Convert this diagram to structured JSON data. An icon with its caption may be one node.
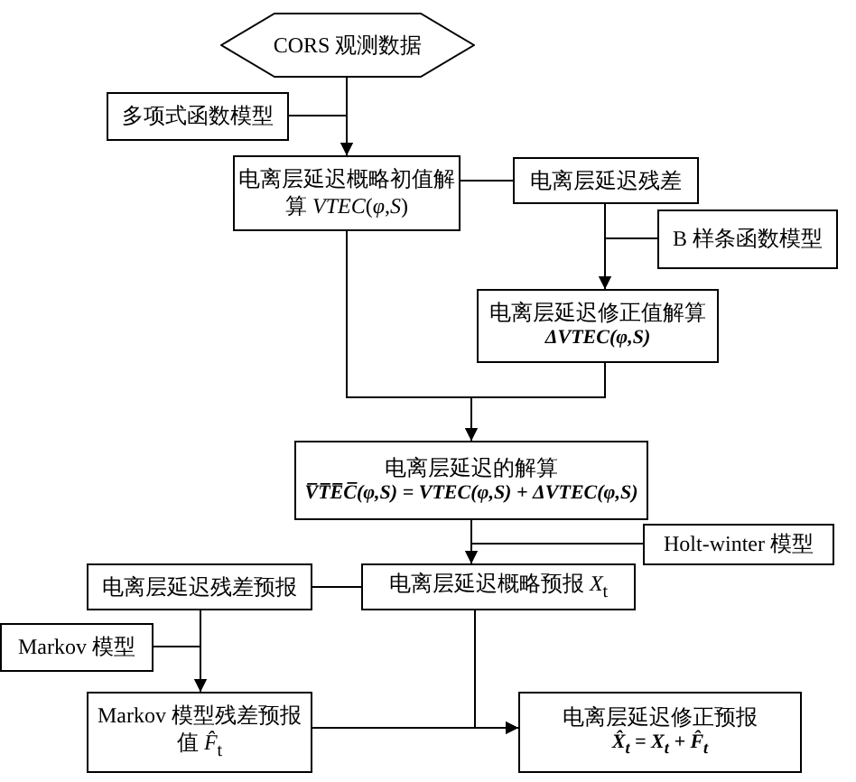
{
  "diagram": {
    "nodes": [
      {
        "text": [
          "CORS 观测数据"
        ]
      },
      {
        "text": [
          "多项式函数模型"
        ]
      },
      {
        "text": [
          "电离层延迟概略初值解算 *VTEC*(*φ*,*S*)"
        ]
      },
      {
        "text": [
          "电离层延迟残差"
        ]
      },
      {
        "text": [
          "B 样条函数模型"
        ]
      },
      {
        "text": [
          "电离层延迟修正值解算",
          "ΔVTEC(φ,S)"
        ]
      },
      {
        "text": [
          "电离层延迟的解算",
          "V̅T̅E̅C̅(φ,S) = VTEC(φ,S) + ΔVTEC(φ,S)"
        ]
      },
      {
        "text": [
          "Holt-winter 模型"
        ]
      },
      {
        "text": [
          "电离层延迟残差预报"
        ]
      },
      {
        "text": [
          "电离层延迟概略预报 *X*$_{t}$"
        ]
      },
      {
        "text": [
          "Markov 模型"
        ]
      },
      {
        "text": [
          "Markov 模型残差预报值 *F̂*$_{t}$"
        ]
      },
      {
        "text": [
          "电离层延迟修正预报",
          "X̂$_{t}$ = X$_{t}$ + F̂$_{t}$"
        ]
      }
    ],
    "edges": [
      {
        "from": 0,
        "to": 2,
        "arrow": "to"
      },
      {
        "from": 1,
        "to": 2,
        "arrow": "to"
      },
      {
        "from": 2,
        "to": 3,
        "arrow": "none"
      },
      {
        "from": 3,
        "to": 5,
        "arrow": "to"
      },
      {
        "from": 4,
        "to": 5,
        "arrow": "to"
      },
      {
        "from": 2,
        "to": 6,
        "arrow": "to"
      },
      {
        "from": 5,
        "to": 6,
        "arrow": "to"
      },
      {
        "from": 6,
        "to": 9,
        "arrow": "to"
      },
      {
        "from": 7,
        "to": 9,
        "arrow": "to"
      },
      {
        "from": 9,
        "to": 8,
        "arrow": "none"
      },
      {
        "from": 8,
        "to": 11,
        "arrow": "to"
      },
      {
        "from": 10,
        "to": 11,
        "arrow": "to"
      },
      {
        "from": 11,
        "to": 12,
        "arrow": "to"
      },
      {
        "from": 9,
        "to": 12,
        "arrow": "to"
      }
    ]
  }
}
